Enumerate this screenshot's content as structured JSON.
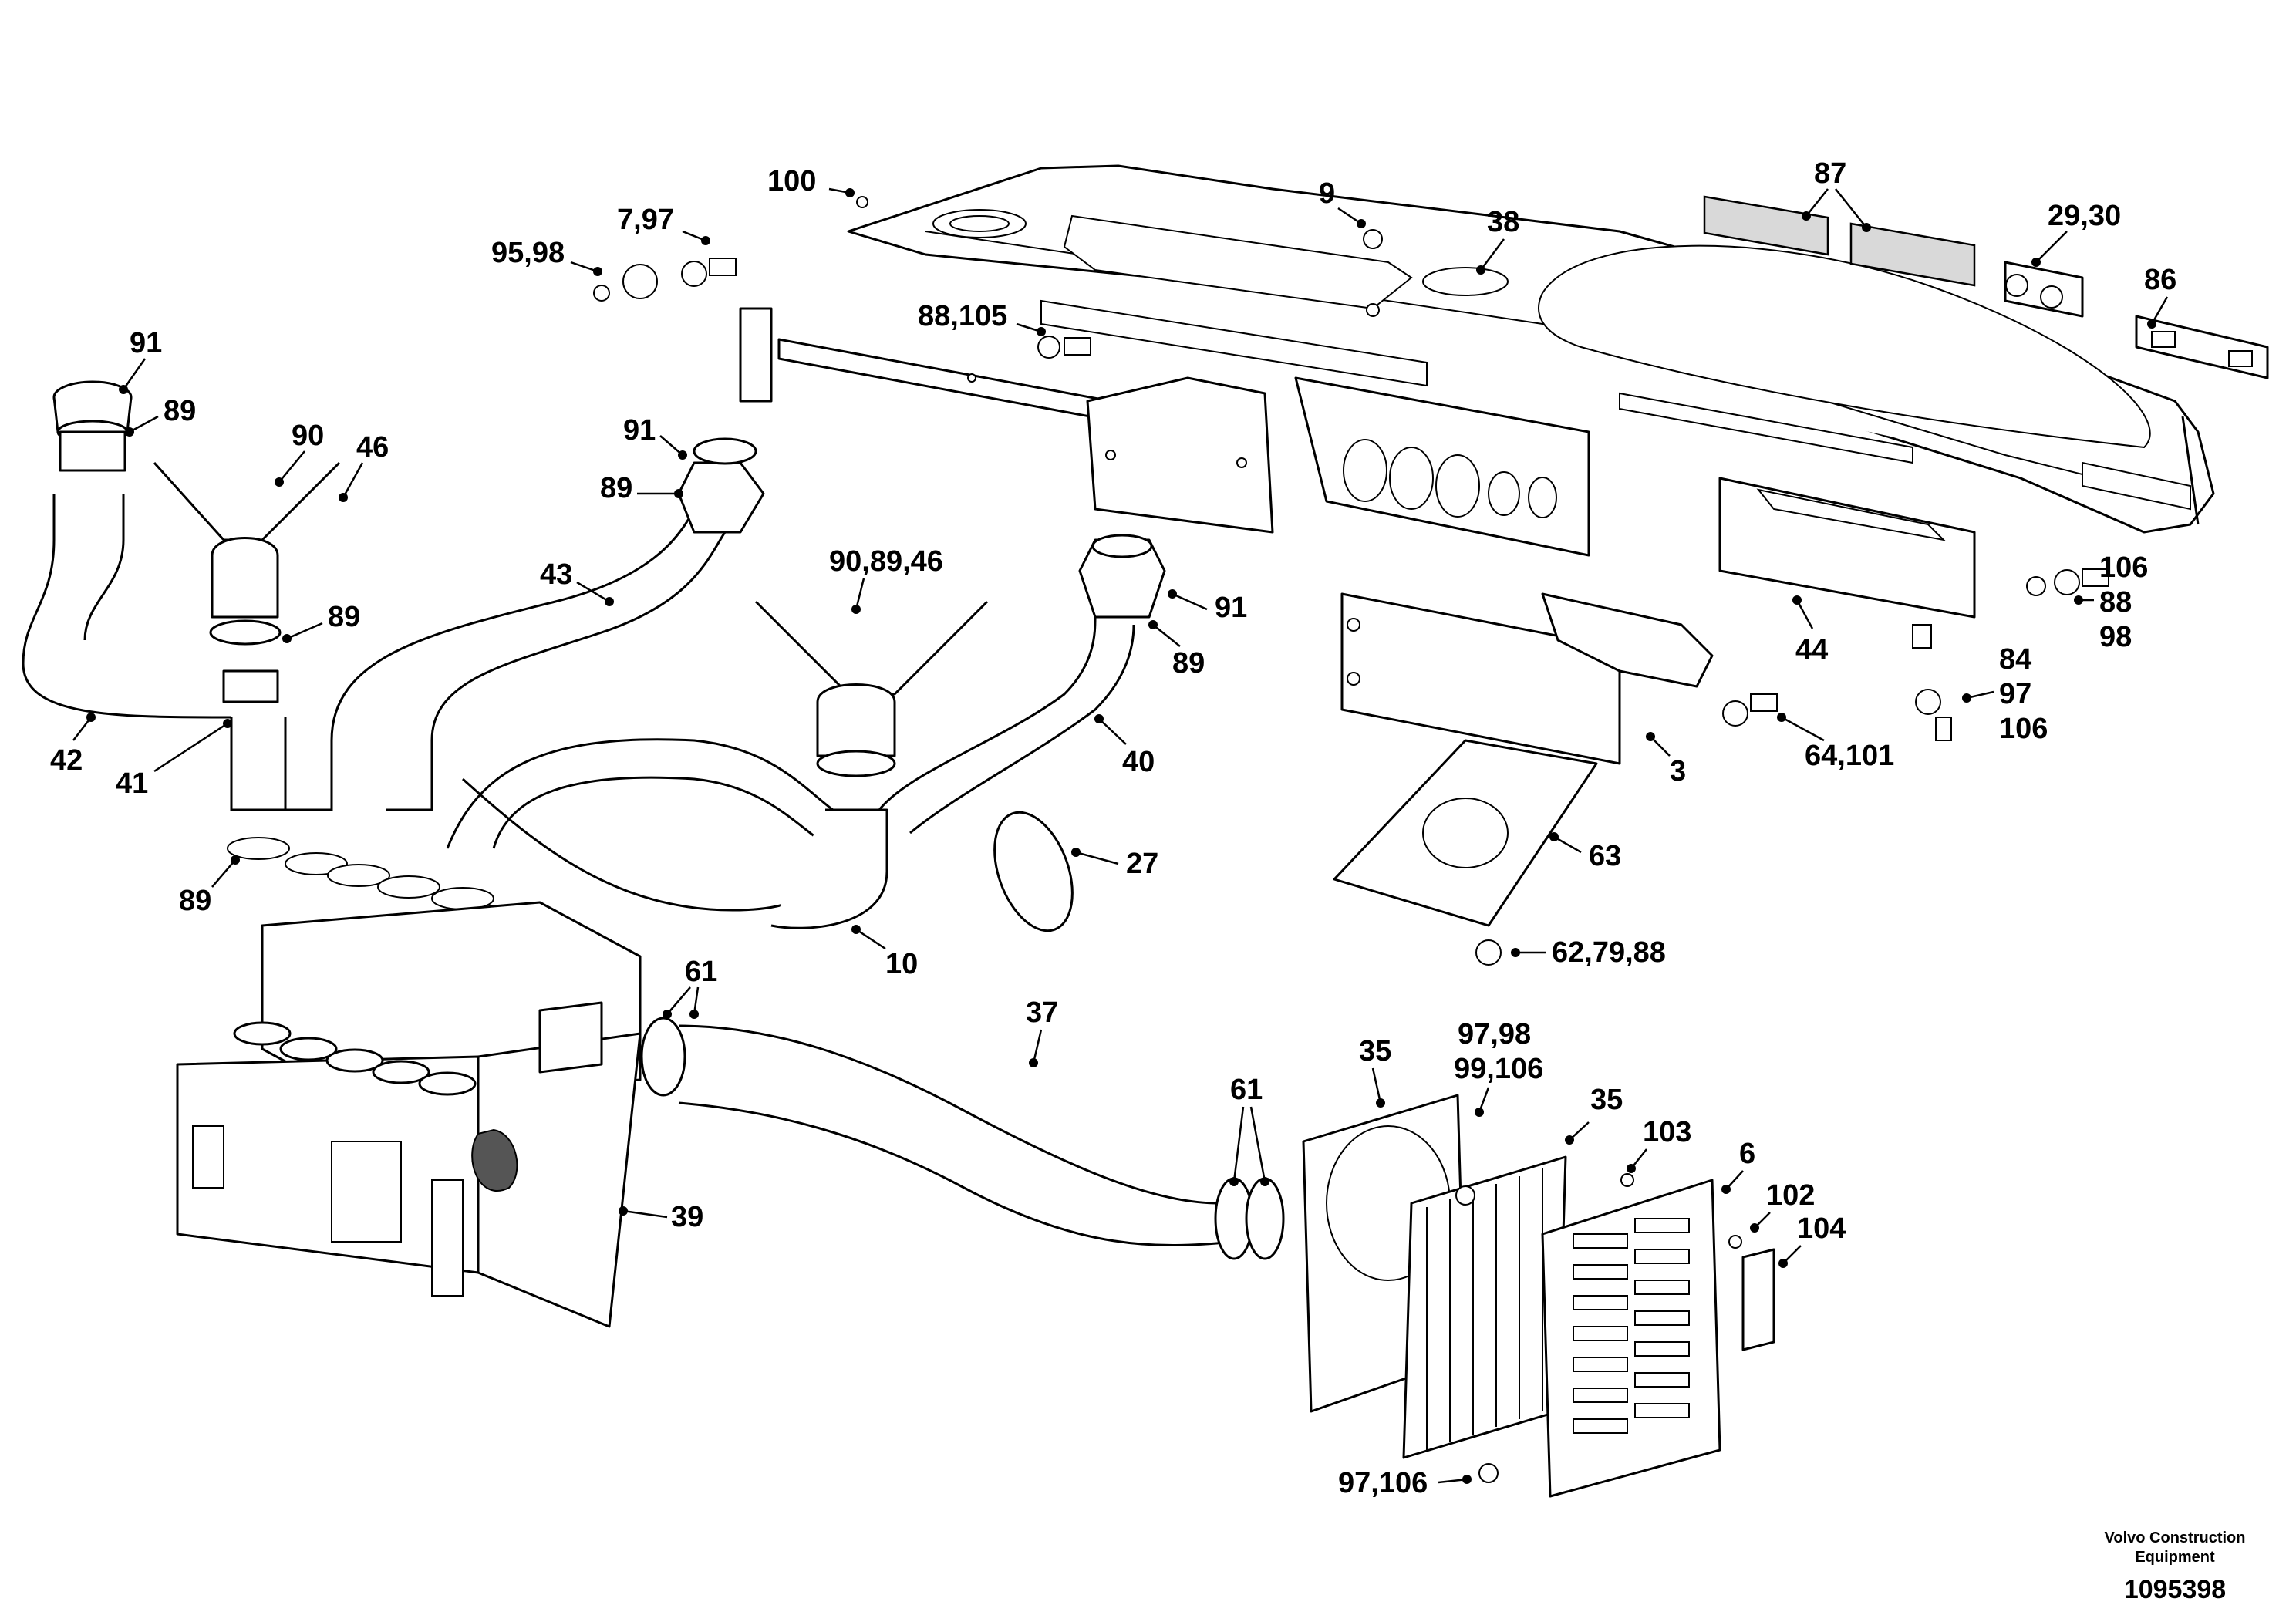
{
  "diagram": {
    "callouts": [
      {
        "id": "c100",
        "label": "100"
      },
      {
        "id": "c9",
        "label": "9"
      },
      {
        "id": "c38",
        "label": "38"
      },
      {
        "id": "c87",
        "label": "87"
      },
      {
        "id": "c29_30",
        "label": "29,30"
      },
      {
        "id": "c86",
        "label": "86"
      },
      {
        "id": "c7_97",
        "label": "7,97"
      },
      {
        "id": "c95_98",
        "label": "95,98"
      },
      {
        "id": "c88_105",
        "label": "88,105"
      },
      {
        "id": "c91_a",
        "label": "91"
      },
      {
        "id": "c89_a",
        "label": "89"
      },
      {
        "id": "c90",
        "label": "90"
      },
      {
        "id": "c46",
        "label": "46"
      },
      {
        "id": "c91_b",
        "label": "91"
      },
      {
        "id": "c89_b",
        "label": "89"
      },
      {
        "id": "c89_c",
        "label": "89"
      },
      {
        "id": "c43",
        "label": "43"
      },
      {
        "id": "c90_89_46",
        "label": "90,89,46"
      },
      {
        "id": "c91_c",
        "label": "91"
      },
      {
        "id": "c89_d",
        "label": "89"
      },
      {
        "id": "c42",
        "label": "42"
      },
      {
        "id": "c41",
        "label": "41"
      },
      {
        "id": "c40",
        "label": "40"
      },
      {
        "id": "c89_e",
        "label": "89"
      },
      {
        "id": "c27",
        "label": "27"
      },
      {
        "id": "c10",
        "label": "10"
      },
      {
        "id": "c106_88_98",
        "label": "106"
      },
      {
        "id": "c88_r",
        "label": "88"
      },
      {
        "id": "c98_r",
        "label": "98"
      },
      {
        "id": "c44",
        "label": "44"
      },
      {
        "id": "c84",
        "label": "84"
      },
      {
        "id": "c97_r",
        "label": "97"
      },
      {
        "id": "c106_r",
        "label": "106"
      },
      {
        "id": "c64_101",
        "label": "64,101"
      },
      {
        "id": "c3",
        "label": "3"
      },
      {
        "id": "c63",
        "label": "63"
      },
      {
        "id": "c62_79_88",
        "label": "62,79,88"
      },
      {
        "id": "c61_a",
        "label": "61"
      },
      {
        "id": "c37",
        "label": "37"
      },
      {
        "id": "c61_b",
        "label": "61"
      },
      {
        "id": "c35_a",
        "label": "35"
      },
      {
        "id": "c97_98",
        "label": "97,98"
      },
      {
        "id": "c99_106",
        "label": "99,106"
      },
      {
        "id": "c35_b",
        "label": "35"
      },
      {
        "id": "c103",
        "label": "103"
      },
      {
        "id": "c6",
        "label": "6"
      },
      {
        "id": "c102",
        "label": "102"
      },
      {
        "id": "c104",
        "label": "104"
      },
      {
        "id": "c39",
        "label": "39"
      },
      {
        "id": "c97_106",
        "label": "97,106"
      }
    ]
  },
  "footer": {
    "brand_line1": "Volvo Construction",
    "brand_line2": "Equipment",
    "doc_number": "1095398"
  }
}
